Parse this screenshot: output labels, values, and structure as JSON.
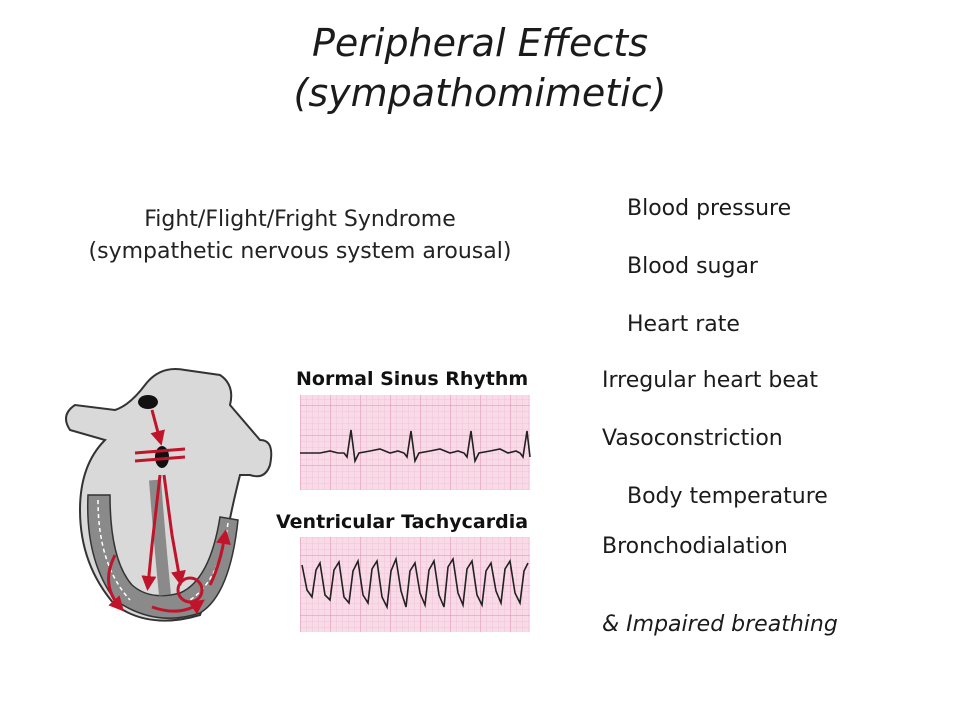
{
  "slide": {
    "title_line1": "Peripheral Effects",
    "title_line2": "(sympathomimetic)",
    "subtitle_line1": "Fight/Flight/Fright Syndrome",
    "subtitle_line2": "(sympathetic nervous system arousal)"
  },
  "effects": [
    {
      "glyph": "",
      "text": "Blood pressure"
    },
    {
      "glyph": "",
      "text": "Blood sugar"
    },
    {
      "glyph": "",
      "text": "Heart rate"
    },
    {
      "glyph": "",
      "text": "Irregular heart beat"
    },
    {
      "glyph": "",
      "text": "Vasoconstriction"
    },
    {
      "glyph": "",
      "text": "Body temperature"
    },
    {
      "glyph": "",
      "text": "Bronchodialation"
    },
    {
      "glyph": "",
      "text": "& Impaired breathing"
    }
  ],
  "ecg": {
    "normal_label": "Normal Sinus Rhythm",
    "vt_label": "Ventricular Tachycardia"
  },
  "colors": {
    "ecg_grid_bg": "#f6cfe0",
    "ecg_grid_line": "#ea9cc0",
    "heart_red": "#c0142b",
    "heart_gray": "#8a8a8a",
    "heart_light": "#d9d9d9"
  }
}
